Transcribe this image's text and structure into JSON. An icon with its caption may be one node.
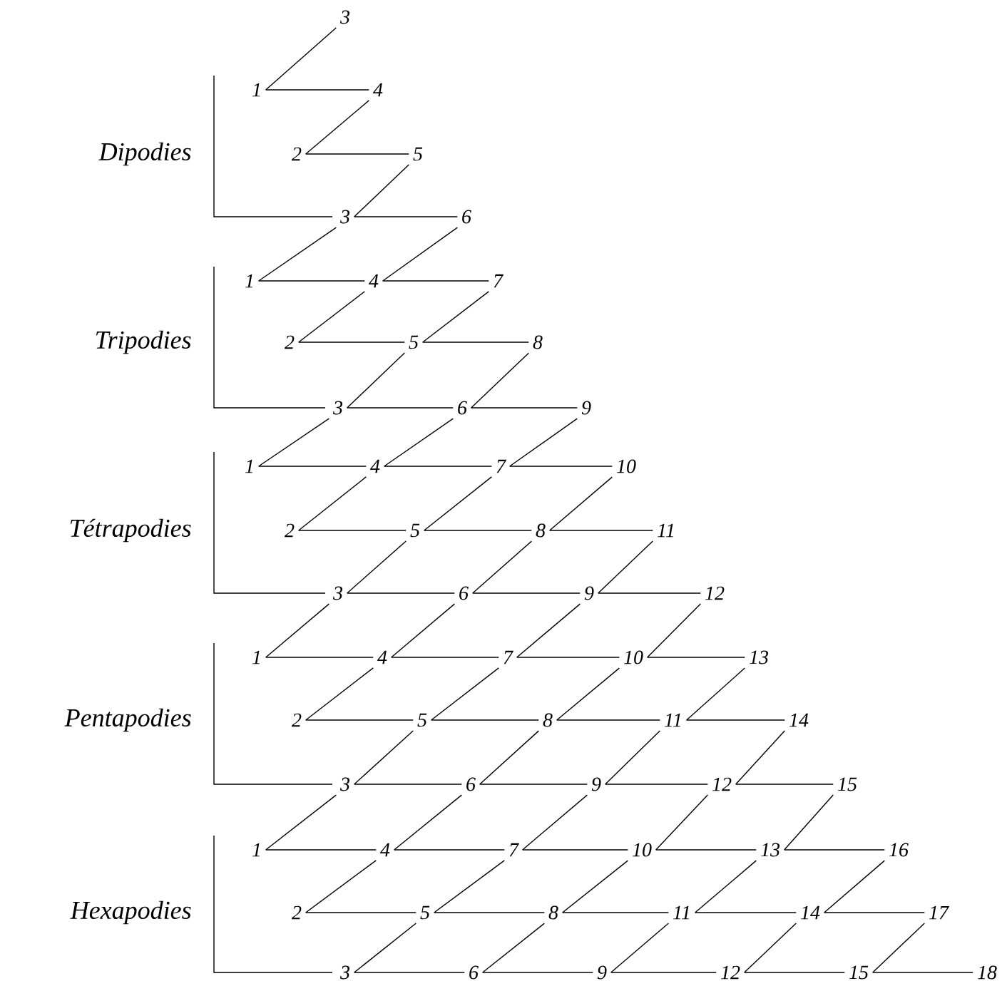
{
  "diagram": {
    "nodes": [
      {
        "text": [
          "3"
        ]
      },
      {
        "text": [
          "1"
        ]
      },
      {
        "text": [
          "4"
        ]
      },
      {
        "text": [
          "2"
        ]
      },
      {
        "text": [
          "5"
        ]
      },
      {
        "text": [
          "3"
        ]
      },
      {
        "text": [
          "6"
        ]
      },
      {
        "text": [
          "1"
        ]
      },
      {
        "text": [
          "4"
        ]
      },
      {
        "text": [
          "7"
        ]
      },
      {
        "text": [
          "2"
        ]
      },
      {
        "text": [
          "5"
        ]
      },
      {
        "text": [
          "8"
        ]
      },
      {
        "text": [
          "3"
        ]
      },
      {
        "text": [
          "6"
        ]
      },
      {
        "text": [
          "9"
        ]
      },
      {
        "text": [
          "1"
        ]
      },
      {
        "text": [
          "4"
        ]
      },
      {
        "text": [
          "7"
        ]
      },
      {
        "text": [
          "10"
        ]
      },
      {
        "text": [
          "2"
        ]
      },
      {
        "text": [
          "5"
        ]
      },
      {
        "text": [
          "8"
        ]
      },
      {
        "text": [
          "11"
        ]
      },
      {
        "text": [
          "3"
        ]
      },
      {
        "text": [
          "6"
        ]
      },
      {
        "text": [
          "9"
        ]
      },
      {
        "text": [
          "12"
        ]
      },
      {
        "text": [
          "1"
        ]
      },
      {
        "text": [
          "4"
        ]
      },
      {
        "text": [
          "7"
        ]
      },
      {
        "text": [
          "10"
        ]
      },
      {
        "text": [
          "13"
        ]
      },
      {
        "text": [
          "2"
        ]
      },
      {
        "text": [
          "5"
        ]
      },
      {
        "text": [
          "8"
        ]
      },
      {
        "text": [
          "11"
        ]
      },
      {
        "text": [
          "14"
        ]
      },
      {
        "text": [
          "3"
        ]
      },
      {
        "text": [
          "6"
        ]
      },
      {
        "text": [
          "9"
        ]
      },
      {
        "text": [
          "12"
        ]
      },
      {
        "text": [
          "15"
        ]
      },
      {
        "text": [
          "1"
        ]
      },
      {
        "text": [
          "4"
        ]
      },
      {
        "text": [
          "7"
        ]
      },
      {
        "text": [
          "10"
        ]
      },
      {
        "text": [
          "13"
        ]
      },
      {
        "text": [
          "16"
        ]
      },
      {
        "text": [
          "2"
        ]
      },
      {
        "text": [
          "5"
        ]
      },
      {
        "text": [
          "8"
        ]
      },
      {
        "text": [
          "11"
        ]
      },
      {
        "text": [
          "14"
        ]
      },
      {
        "text": [
          "17"
        ]
      },
      {
        "text": [
          "3"
        ]
      },
      {
        "text": [
          "6"
        ]
      },
      {
        "text": [
          "9"
        ]
      },
      {
        "text": [
          "12"
        ]
      },
      {
        "text": [
          "15"
        ]
      },
      {
        "text": [
          "18"
        ]
      }
    ],
    "edges": [
      {
        "from": 1,
        "to": 0,
        "arrow": "none"
      },
      {
        "from": 1,
        "to": 2,
        "arrow": "none"
      },
      {
        "from": 3,
        "to": 2,
        "arrow": "none"
      },
      {
        "from": 3,
        "to": 4,
        "arrow": "none"
      },
      {
        "from": 5,
        "to": 4,
        "arrow": "none"
      },
      {
        "from": 5,
        "to": 6,
        "arrow": "none"
      },
      {
        "from": 7,
        "to": 5,
        "arrow": "none"
      },
      {
        "from": 8,
        "to": 6,
        "arrow": "none"
      },
      {
        "from": 7,
        "to": 8,
        "arrow": "none"
      },
      {
        "from": 8,
        "to": 9,
        "arrow": "none"
      },
      {
        "from": 10,
        "to": 11,
        "arrow": "none"
      },
      {
        "from": 11,
        "to": 12,
        "arrow": "none"
      },
      {
        "from": 13,
        "to": 14,
        "arrow": "none"
      },
      {
        "from": 14,
        "to": 15,
        "arrow": "none"
      },
      {
        "from": 10,
        "to": 8,
        "arrow": "none"
      },
      {
        "from": 11,
        "to": 9,
        "arrow": "none"
      },
      {
        "from": 13,
        "to": 11,
        "arrow": "none"
      },
      {
        "from": 14,
        "to": 12,
        "arrow": "none"
      },
      {
        "from": 16,
        "to": 13,
        "arrow": "none"
      },
      {
        "from": 17,
        "to": 14,
        "arrow": "none"
      },
      {
        "from": 18,
        "to": 15,
        "arrow": "none"
      },
      {
        "from": 16,
        "to": 17,
        "arrow": "none"
      },
      {
        "from": 17,
        "to": 18,
        "arrow": "none"
      },
      {
        "from": 18,
        "to": 19,
        "arrow": "none"
      },
      {
        "from": 20,
        "to": 21,
        "arrow": "none"
      },
      {
        "from": 21,
        "to": 22,
        "arrow": "none"
      },
      {
        "from": 22,
        "to": 23,
        "arrow": "none"
      },
      {
        "from": 24,
        "to": 25,
        "arrow": "none"
      },
      {
        "from": 25,
        "to": 26,
        "arrow": "none"
      },
      {
        "from": 26,
        "to": 27,
        "arrow": "none"
      },
      {
        "from": 20,
        "to": 17,
        "arrow": "none"
      },
      {
        "from": 21,
        "to": 18,
        "arrow": "none"
      },
      {
        "from": 22,
        "to": 19,
        "arrow": "none"
      },
      {
        "from": 24,
        "to": 21,
        "arrow": "none"
      },
      {
        "from": 25,
        "to": 22,
        "arrow": "none"
      },
      {
        "from": 26,
        "to": 23,
        "arrow": "none"
      },
      {
        "from": 28,
        "to": 24,
        "arrow": "none"
      },
      {
        "from": 29,
        "to": 25,
        "arrow": "none"
      },
      {
        "from": 30,
        "to": 26,
        "arrow": "none"
      },
      {
        "from": 31,
        "to": 27,
        "arrow": "none"
      },
      {
        "from": 28,
        "to": 29,
        "arrow": "none"
      },
      {
        "from": 29,
        "to": 30,
        "arrow": "none"
      },
      {
        "from": 30,
        "to": 31,
        "arrow": "none"
      },
      {
        "from": 31,
        "to": 32,
        "arrow": "none"
      },
      {
        "from": 33,
        "to": 34,
        "arrow": "none"
      },
      {
        "from": 34,
        "to": 35,
        "arrow": "none"
      },
      {
        "from": 35,
        "to": 36,
        "arrow": "none"
      },
      {
        "from": 36,
        "to": 37,
        "arrow": "none"
      },
      {
        "from": 38,
        "to": 39,
        "arrow": "none"
      },
      {
        "from": 39,
        "to": 40,
        "arrow": "none"
      },
      {
        "from": 40,
        "to": 41,
        "arrow": "none"
      },
      {
        "from": 41,
        "to": 42,
        "arrow": "none"
      },
      {
        "from": 33,
        "to": 29,
        "arrow": "none"
      },
      {
        "from": 34,
        "to": 30,
        "arrow": "none"
      },
      {
        "from": 35,
        "to": 31,
        "arrow": "none"
      },
      {
        "from": 36,
        "to": 32,
        "arrow": "none"
      },
      {
        "from": 38,
        "to": 34,
        "arrow": "none"
      },
      {
        "from": 39,
        "to": 35,
        "arrow": "none"
      },
      {
        "from": 40,
        "to": 36,
        "arrow": "none"
      },
      {
        "from": 41,
        "to": 37,
        "arrow": "none"
      },
      {
        "from": 43,
        "to": 38,
        "arrow": "none"
      },
      {
        "from": 44,
        "to": 39,
        "arrow": "none"
      },
      {
        "from": 45,
        "to": 40,
        "arrow": "none"
      },
      {
        "from": 46,
        "to": 41,
        "arrow": "none"
      },
      {
        "from": 47,
        "to": 42,
        "arrow": "none"
      },
      {
        "from": 43,
        "to": 44,
        "arrow": "none"
      },
      {
        "from": 44,
        "to": 45,
        "arrow": "none"
      },
      {
        "from": 45,
        "to": 46,
        "arrow": "none"
      },
      {
        "from": 46,
        "to": 47,
        "arrow": "none"
      },
      {
        "from": 47,
        "to": 48,
        "arrow": "none"
      },
      {
        "from": 49,
        "to": 50,
        "arrow": "none"
      },
      {
        "from": 50,
        "to": 51,
        "arrow": "none"
      },
      {
        "from": 51,
        "to": 52,
        "arrow": "none"
      },
      {
        "from": 52,
        "to": 53,
        "arrow": "none"
      },
      {
        "from": 53,
        "to": 54,
        "arrow": "none"
      },
      {
        "from": 55,
        "to": 56,
        "arrow": "none"
      },
      {
        "from": 56,
        "to": 57,
        "arrow": "none"
      },
      {
        "from": 57,
        "to": 58,
        "arrow": "none"
      },
      {
        "from": 58,
        "to": 59,
        "arrow": "none"
      },
      {
        "from": 59,
        "to": 60,
        "arrow": "none"
      },
      {
        "from": 49,
        "to": 44,
        "arrow": "none"
      },
      {
        "from": 50,
        "to": 45,
        "arrow": "none"
      },
      {
        "from": 51,
        "to": 46,
        "arrow": "none"
      },
      {
        "from": 52,
        "to": 47,
        "arrow": "none"
      },
      {
        "from": 53,
        "to": 48,
        "arrow": "none"
      },
      {
        "from": 55,
        "to": 50,
        "arrow": "none"
      },
      {
        "from": 56,
        "to": 51,
        "arrow": "none"
      },
      {
        "from": 57,
        "to": 52,
        "arrow": "none"
      },
      {
        "from": 58,
        "to": 53,
        "arrow": "none"
      },
      {
        "from": 59,
        "to": 54,
        "arrow": "none"
      }
    ],
    "labels": [
      "Dipodies",
      "Tripodies",
      "Tétrapodies",
      "Pentapodies",
      "Hexapodies"
    ]
  }
}
